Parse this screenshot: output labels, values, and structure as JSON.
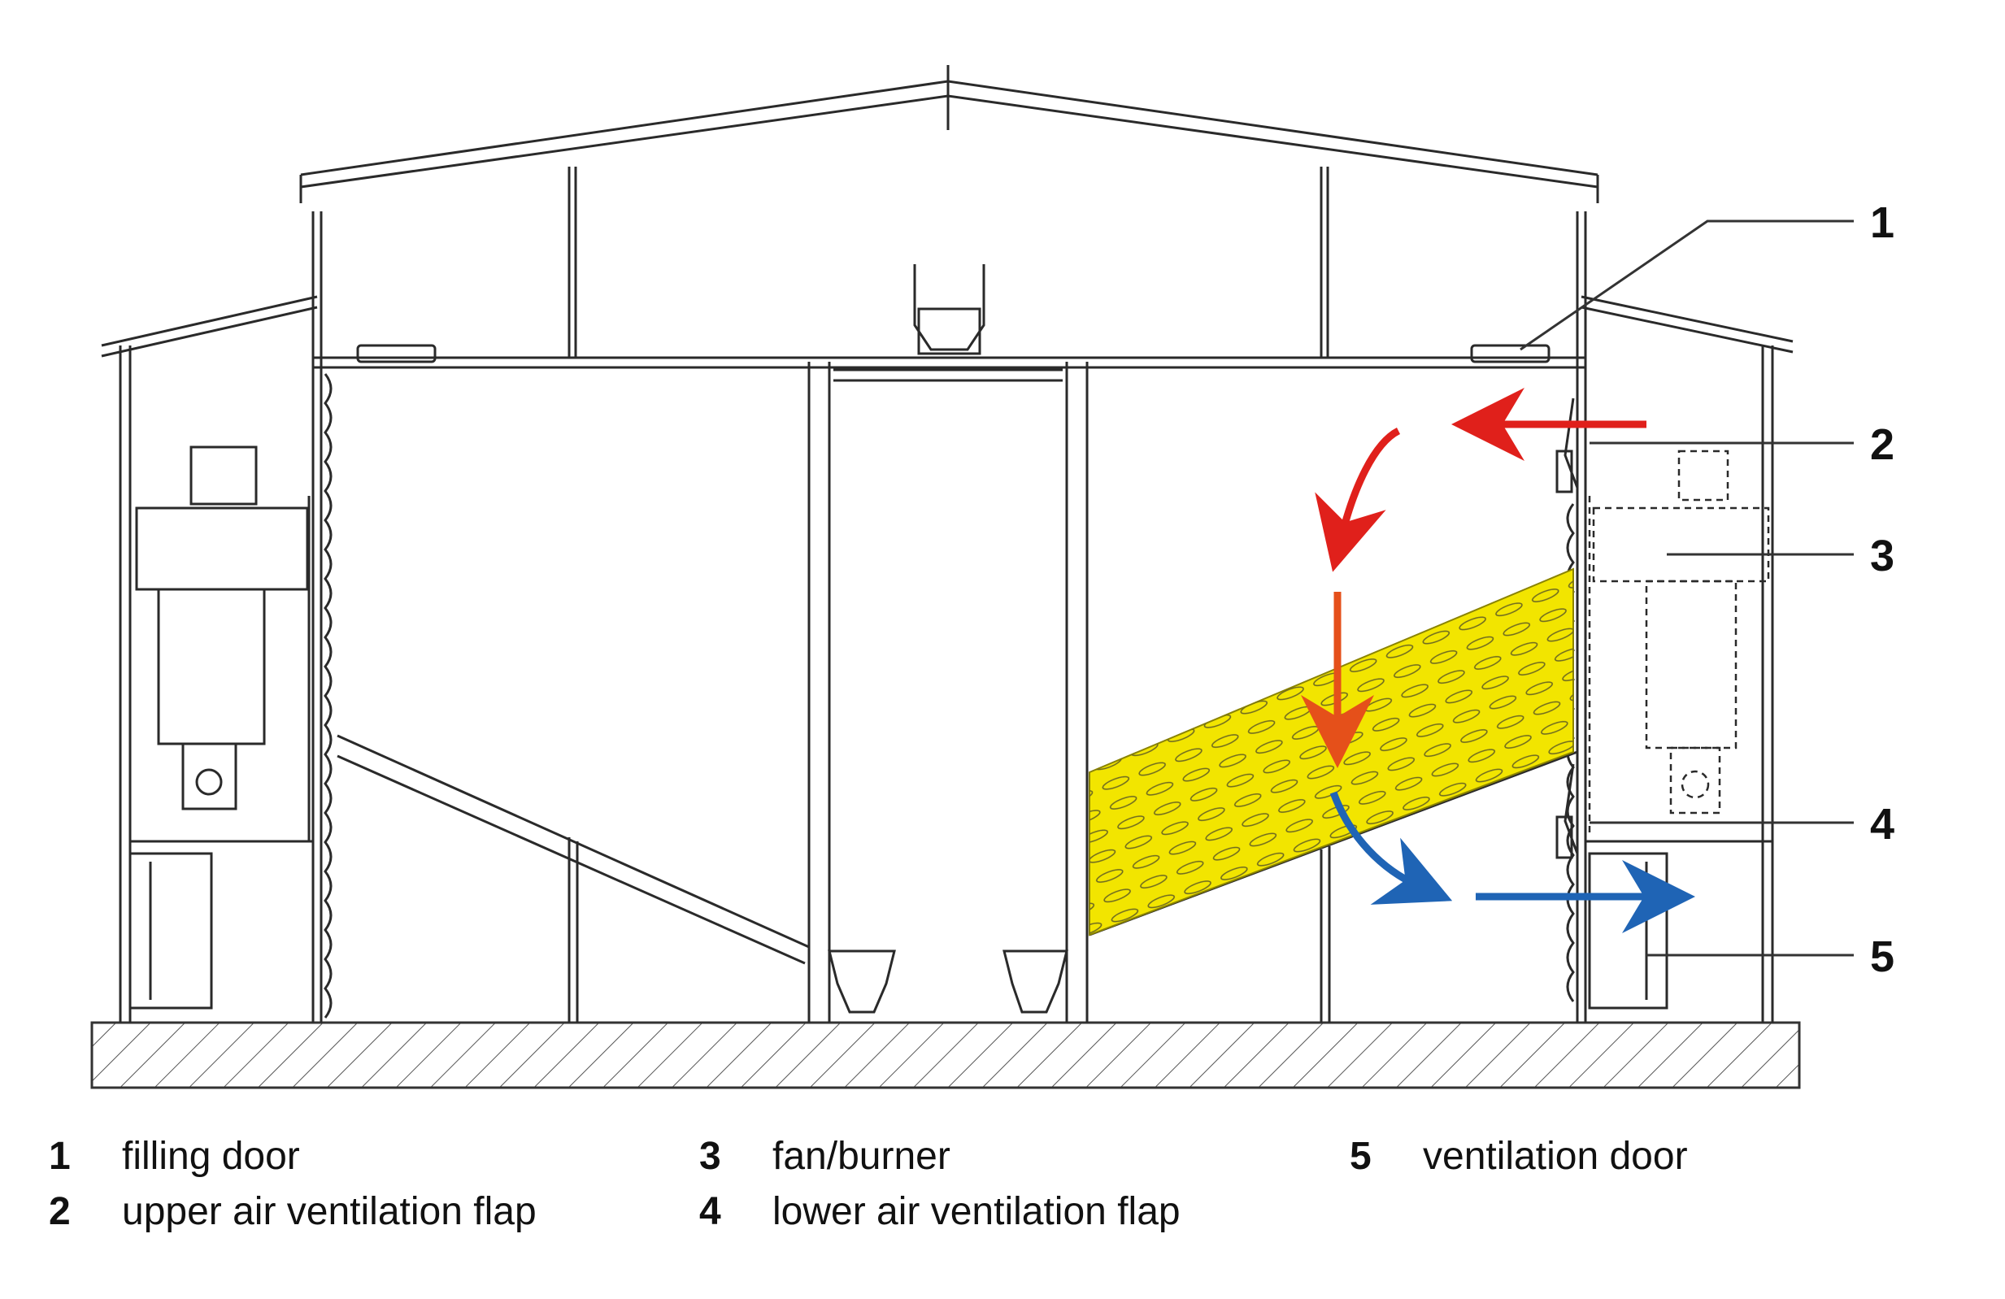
{
  "callouts": [
    "1",
    "2",
    "3",
    "4",
    "5"
  ],
  "legend": [
    {
      "number": "1",
      "label": "filling door"
    },
    {
      "number": "2",
      "label": "upper air ventilation flap"
    },
    {
      "number": "3",
      "label": "fan/burner"
    },
    {
      "number": "4",
      "label": "lower air ventilation flap"
    },
    {
      "number": "5",
      "label": "ventilation door"
    }
  ],
  "colors": {
    "line": "#2a2a2a",
    "grain_fill": "#f2e500",
    "warm_air": "#e0201b",
    "warm_air_down": "#e5501a",
    "exhaust_air": "#1f64b5"
  },
  "icons": [
    "arrow-warm-air",
    "arrow-exhaust-air",
    "ground-hatch"
  ]
}
